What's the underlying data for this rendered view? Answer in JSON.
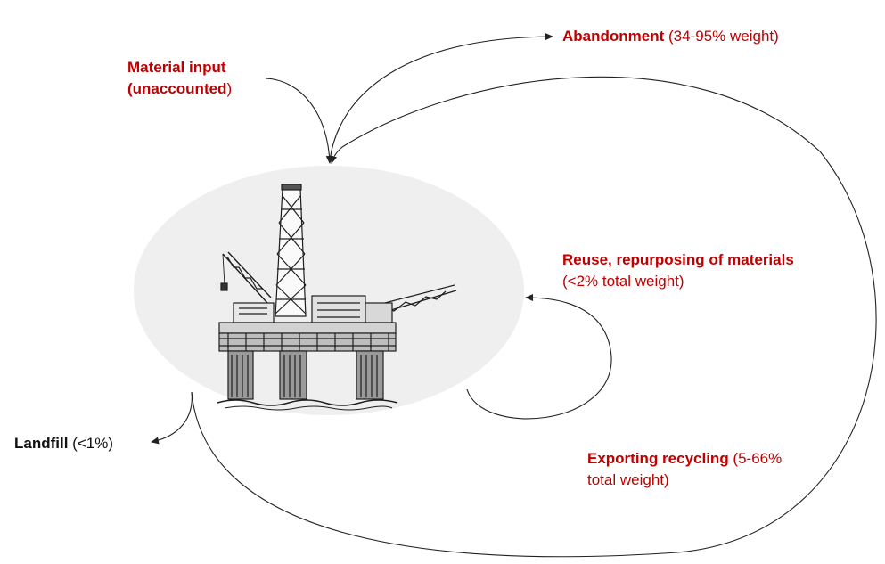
{
  "colors": {
    "accent_red": "#c00000",
    "text": "#111111",
    "arrow": "#222222",
    "ellipse": "#efefef"
  },
  "labels": {
    "material_input": {
      "line1": "Material input",
      "line2": "(unaccounted",
      "line2_tail": ")"
    },
    "abandonment": {
      "bold": "Abandonment",
      "detail": " (34-95% weight)"
    },
    "reuse": {
      "bold": "Reuse, repurposing of materials",
      "detail": "(<2% total weight)"
    },
    "exporting": {
      "bold": "Exporting recycling",
      "detail_inline": " (5-66%",
      "detail_line2": "total weight)"
    },
    "landfill": {
      "bold": "Landfill",
      "detail": " (<1%)"
    }
  },
  "central_image": {
    "icon": "offshore-oil-platform-icon"
  }
}
